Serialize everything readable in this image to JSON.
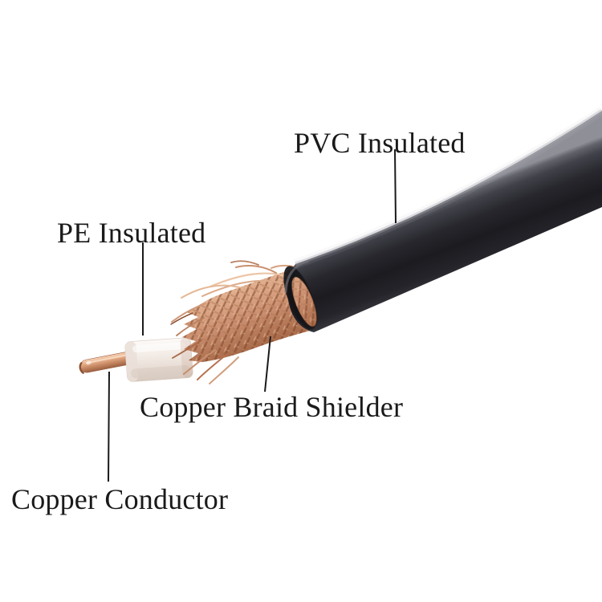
{
  "figure": {
    "description": "Labeled diagram of a stripped coaxial cable showing its four layers",
    "background": "#ffffff",
    "labels": {
      "pvc": "PVC Insulated",
      "pe": "PE Insulated",
      "braid": "Copper Braid Shielder",
      "conductor": "Copper Conductor"
    },
    "colors": {
      "text": "#1a1a1a",
      "leader_line": "#1a1a1a",
      "jacket_black": "#232329",
      "braid_copper": "#c08264",
      "pe_white": "#f2ebe5",
      "conductor_copper": "#cf9473"
    }
  }
}
